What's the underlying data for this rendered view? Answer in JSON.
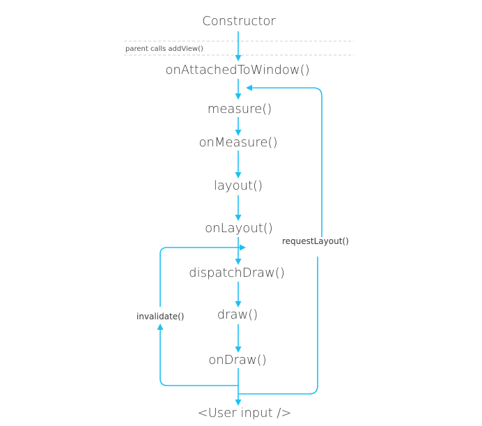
{
  "diagram": {
    "nodes": {
      "constructor": "Constructor",
      "on_attached_to_window": "onAttachedToWindow()",
      "measure": "measure()",
      "on_measure": "onMeasure()",
      "layout": "layout()",
      "on_layout": "onLayout()",
      "dispatch_draw": "dispatchDraw()",
      "draw": "draw()",
      "on_draw": "onDraw()",
      "user_input": "<User input />"
    },
    "labels": {
      "parent_calls_add_view": "parent calls addView()",
      "request_layout": "requestLayout()",
      "invalidate": "invalidate()"
    },
    "colors": {
      "arrow": "#1ec0f0",
      "text": "#3a3a3a",
      "divider": "#cfcfcf"
    }
  }
}
